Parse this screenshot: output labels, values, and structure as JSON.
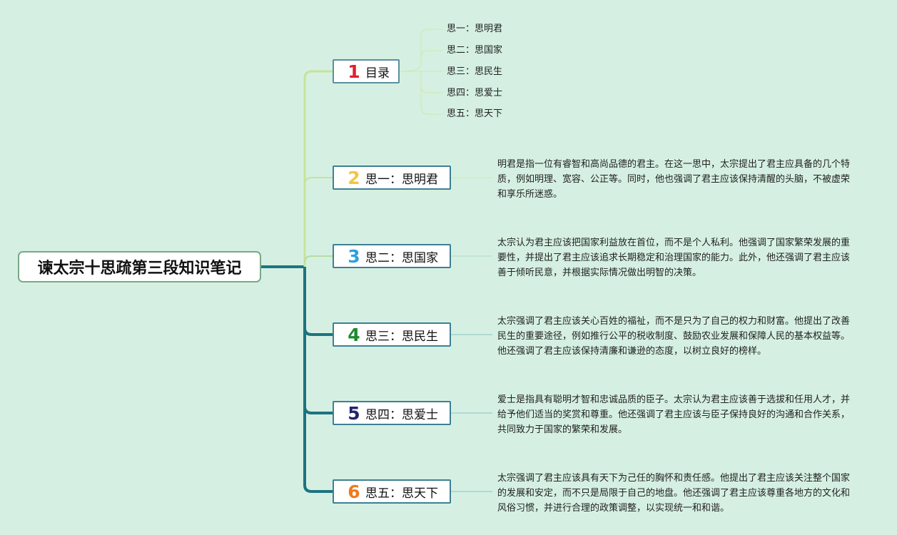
{
  "root": {
    "title": "谏太宗十思疏第三段知识笔记"
  },
  "topics": [
    {
      "number": "1",
      "label": "目录",
      "number_color": "#e02030",
      "children": [
        "思一：思明君",
        "思二：思国家",
        "思三：思民生",
        "思四：思爱士",
        "思五：思天下"
      ]
    },
    {
      "number": "2",
      "label": "思一：思明君",
      "number_color": "#f6c443",
      "note": "明君是指一位有睿智和高尚品德的君主。在这一思中，太宗提出了君主应具备的几个特质，例如明理、宽容、公正等。同时，他也强调了君主应该保持清醒的头脑，不被虚荣和享乐所迷惑。"
    },
    {
      "number": "3",
      "label": "思二：思国家",
      "number_color": "#2f9fe0",
      "note": "太宗认为君主应该把国家利益放在首位，而不是个人私利。他强调了国家繁荣发展的重要性，并提出了君主应该追求长期稳定和治理国家的能力。此外，他还强调了君主应该善于倾听民意，并根据实际情况做出明智的决策。"
    },
    {
      "number": "4",
      "label": "思三：思民生",
      "number_color": "#1f8a30",
      "note": "太宗强调了君主应该关心百姓的福祉，而不是只为了自己的权力和财富。他提出了改善民生的重要途径，例如推行公平的税收制度、鼓励农业发展和保障人民的基本权益等。他还强调了君主应该保持清廉和谦逊的态度，以树立良好的榜样。"
    },
    {
      "number": "5",
      "label": "思四：思爱士",
      "number_color": "#22246b",
      "note": "爱士是指具有聪明才智和忠诚品质的臣子。太宗认为君主应该善于选拔和任用人才，并给予他们适当的奖赏和尊重。他还强调了君主应该与臣子保持良好的沟通和合作关系，共同致力于国家的繁荣和发展。"
    },
    {
      "number": "6",
      "label": "思五：思天下",
      "number_color": "#f07a1a",
      "note": "太宗强调了君主应该具有天下为己任的胸怀和责任感。他提出了君主应该关注整个国家的发展和安定，而不只是局限于自己的地盘。他还强调了君主应该尊重各地方的文化和风俗习惯，并进行合理的政策调整，以实现统一和和谐。"
    }
  ]
}
